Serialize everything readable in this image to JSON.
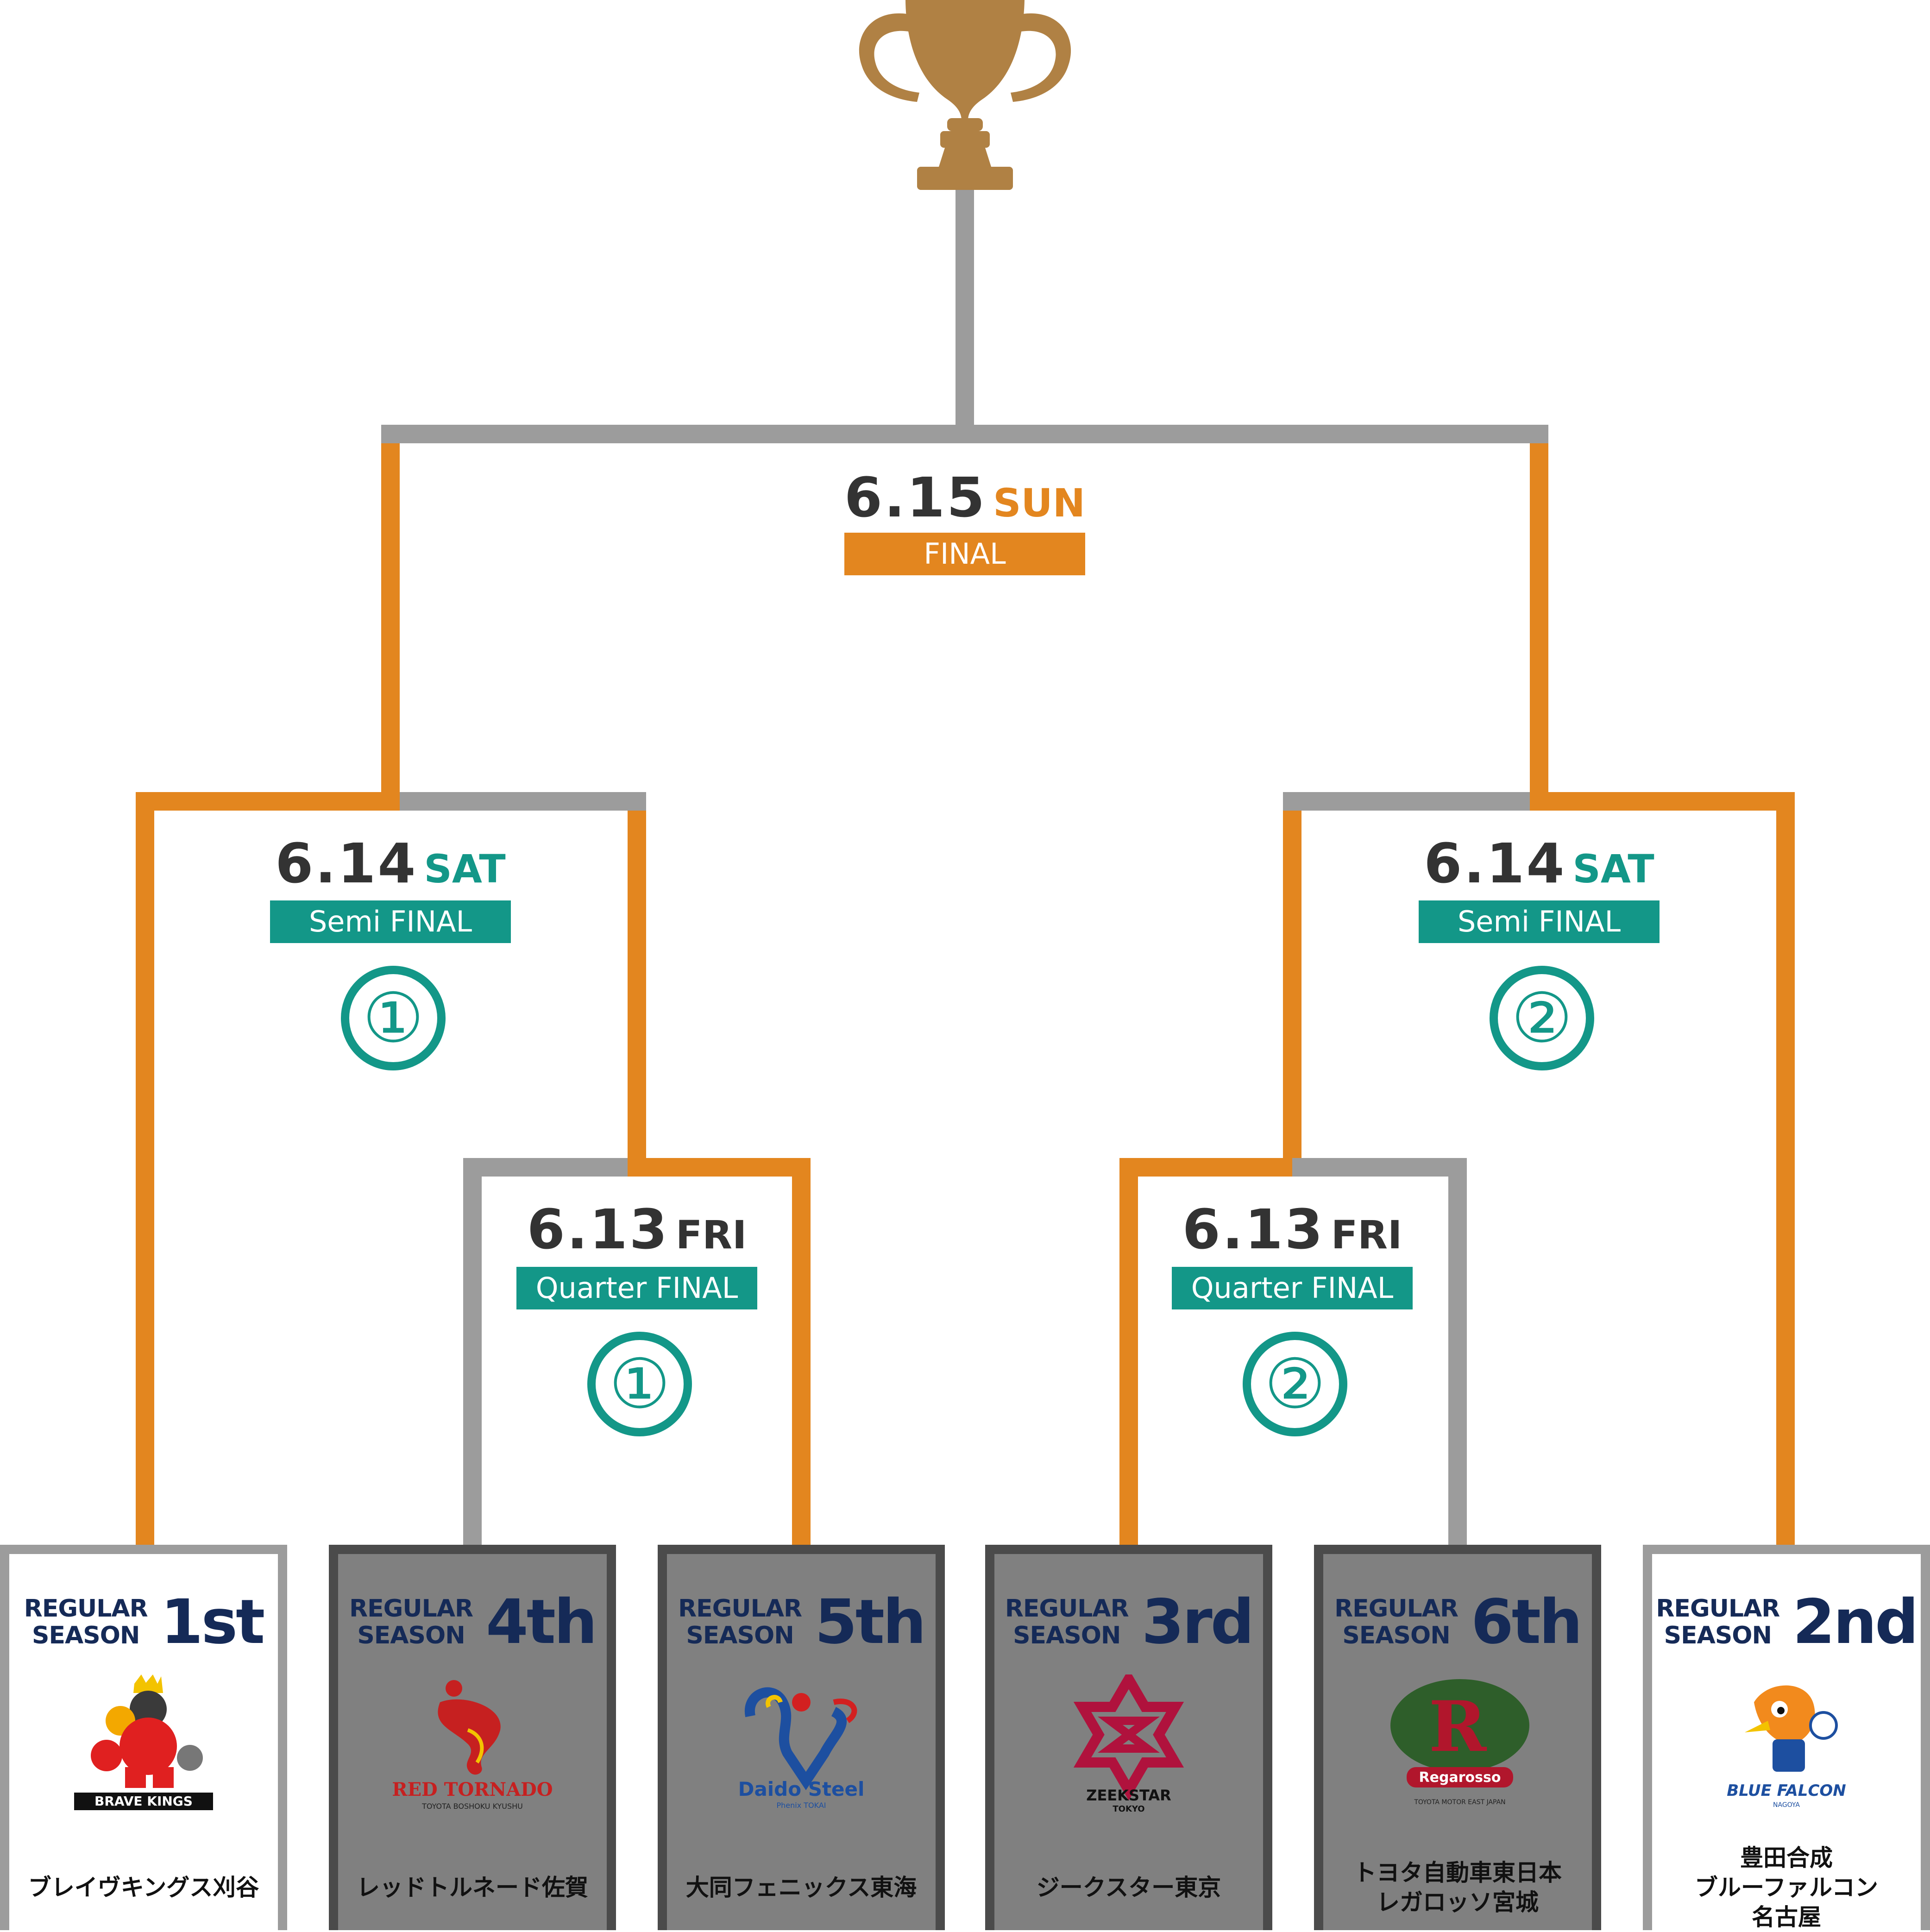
{
  "colors": {
    "orange": "#e3861f",
    "gray_line": "#9c9c9c",
    "teal": "#139788",
    "trophy": "#b08144",
    "navy": "#152a57"
  },
  "final": {
    "date": "6.15",
    "day": "SUN",
    "label": "FINAL"
  },
  "semis": [
    {
      "date": "6.14",
      "day": "SAT",
      "label": "Semi FINAL",
      "number": "①"
    },
    {
      "date": "6.14",
      "day": "SAT",
      "label": "Semi FINAL",
      "number": "②"
    }
  ],
  "quarters": [
    {
      "date": "6.13",
      "day": "FRI",
      "label": "Quarter FINAL",
      "number": "①"
    },
    {
      "date": "6.13",
      "day": "FRI",
      "label": "Quarter FINAL",
      "number": "②"
    }
  ],
  "teams": [
    {
      "rs_line1": "REGULAR",
      "rs_line2": "SEASON",
      "rank": "1st",
      "logo_text": "BRAVE KINGS",
      "name": "ブレイヴキングス刈谷"
    },
    {
      "rs_line1": "REGULAR",
      "rs_line2": "SEASON",
      "rank": "4th",
      "logo_text": "RED TORNADO",
      "logo_sub": "TOYOTA BOSHOKU KYUSHU",
      "name": "レッドトルネード佐賀"
    },
    {
      "rs_line1": "REGULAR",
      "rs_line2": "SEASON",
      "rank": "5th",
      "logo_text": "Daido Steel",
      "logo_sub": "Phenix TOKAI",
      "name": "大同フェニックス東海"
    },
    {
      "rs_line1": "REGULAR",
      "rs_line2": "SEASON",
      "rank": "3rd",
      "logo_text": "ZEEKSTAR",
      "logo_sub": "TOKYO",
      "name": "ジークスター東京"
    },
    {
      "rs_line1": "REGULAR",
      "rs_line2": "SEASON",
      "rank": "6th",
      "logo_text": "Regarosso",
      "logo_sub": "TOYOTA MOTOR EAST JAPAN",
      "name": "トヨタ自動車東日本\nレガロッソ宮城"
    },
    {
      "rs_line1": "REGULAR",
      "rs_line2": "SEASON",
      "rank": "2nd",
      "logo_text": "BLUE FALCON",
      "logo_sub": "NAGOYA",
      "name": "豊田合成\nブルーファルコン\n名古屋"
    }
  ]
}
